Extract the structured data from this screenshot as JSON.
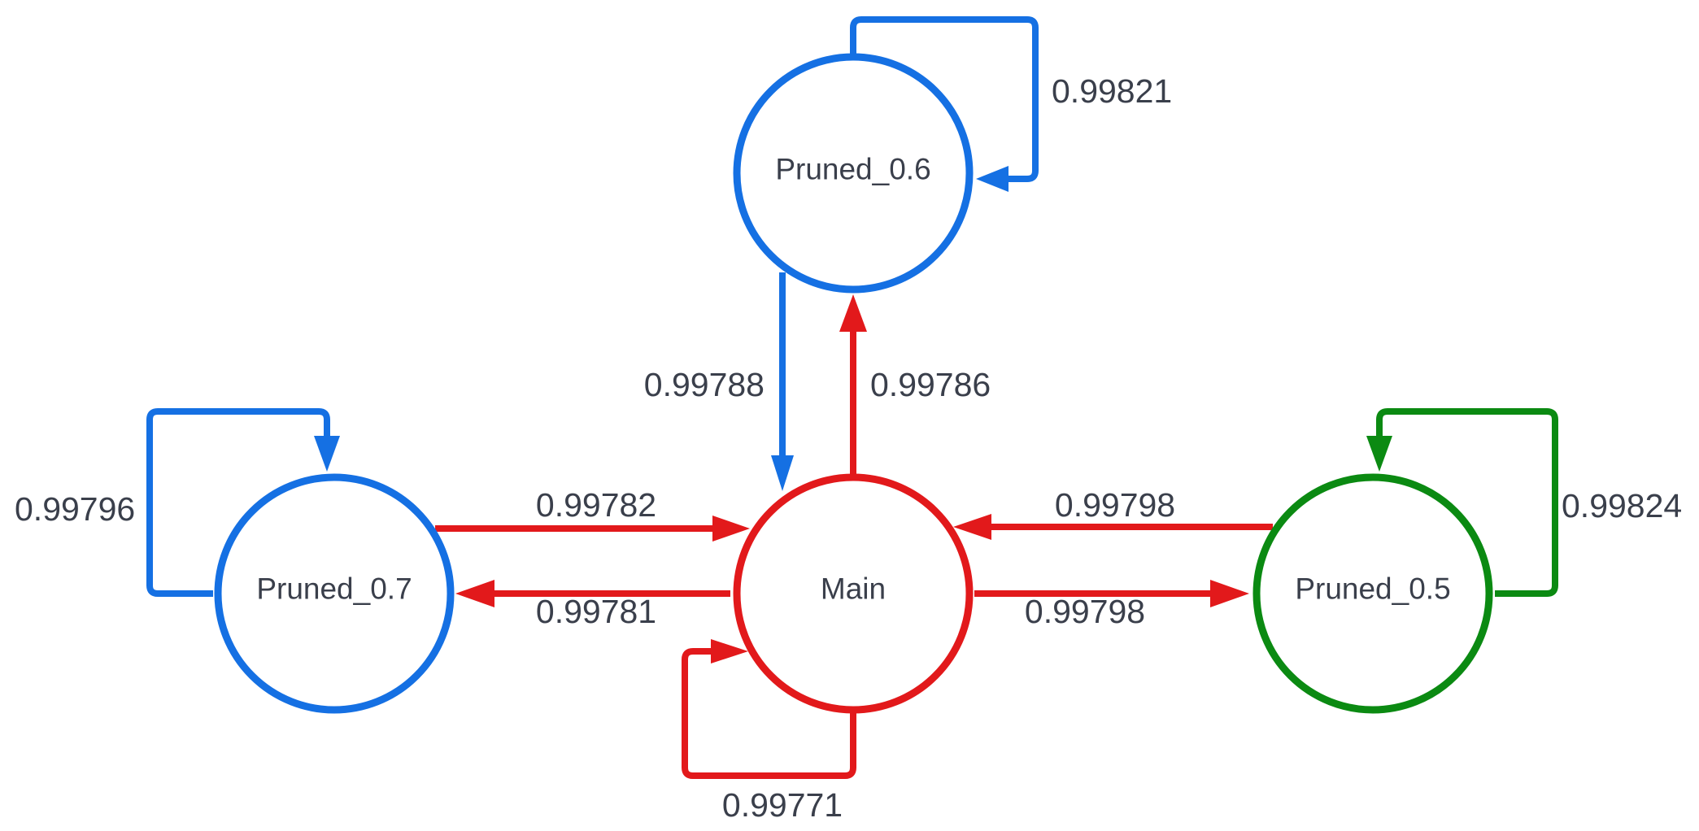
{
  "colors": {
    "blue": "#1570e3",
    "red": "#e2191b",
    "green": "#0b8a12",
    "text": "#3a3f4b"
  },
  "nodes": {
    "pruned_06": {
      "label": "Pruned_0.6",
      "color": "blue"
    },
    "pruned_07": {
      "label": "Pruned_0.7",
      "color": "blue"
    },
    "main": {
      "label": "Main",
      "color": "red"
    },
    "pruned_05": {
      "label": "Pruned_0.5",
      "color": "green"
    }
  },
  "edges": {
    "p06_self": {
      "from": "Pruned_0.6",
      "to": "Pruned_0.6",
      "label": "0.99821",
      "color": "blue"
    },
    "p06_to_main": {
      "from": "Pruned_0.6",
      "to": "Main",
      "label": "0.99788",
      "color": "blue"
    },
    "main_to_p06": {
      "from": "Main",
      "to": "Pruned_0.6",
      "label": "0.99786",
      "color": "red"
    },
    "p07_self": {
      "from": "Pruned_0.7",
      "to": "Pruned_0.7",
      "label": "0.99796",
      "color": "blue"
    },
    "p07_to_main": {
      "from": "Pruned_0.7",
      "to": "Main",
      "label": "0.99782",
      "color": "red"
    },
    "main_to_p07": {
      "from": "Main",
      "to": "Pruned_0.7",
      "label": "0.99781",
      "color": "red"
    },
    "p05_to_main": {
      "from": "Pruned_0.5",
      "to": "Main",
      "label": "0.99798",
      "color": "red"
    },
    "main_to_p05": {
      "from": "Main",
      "to": "Pruned_0.5",
      "label": "0.99798",
      "color": "red"
    },
    "p05_self": {
      "from": "Pruned_0.5",
      "to": "Pruned_0.5",
      "label": "0.99824",
      "color": "green"
    },
    "main_self": {
      "from": "Main",
      "to": "Main",
      "label": "0.99771",
      "color": "red"
    }
  }
}
